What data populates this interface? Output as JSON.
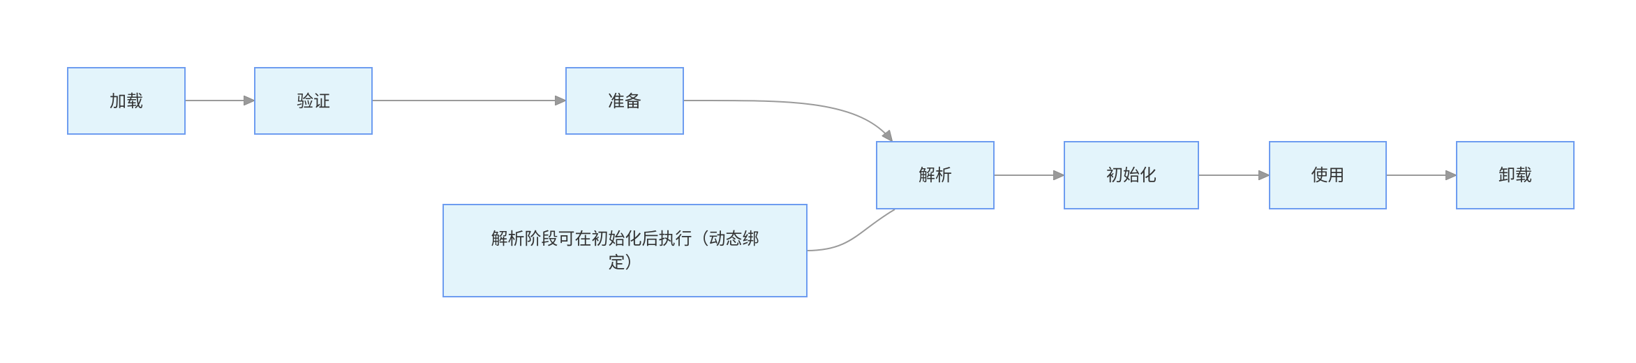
{
  "diagram": {
    "type": "flowchart",
    "colors": {
      "node_fill": "#e3f4fb",
      "node_border": "#6d9cf0",
      "edge": "#9a9a9a",
      "text": "#333333"
    },
    "nodes": {
      "load": "加载",
      "verify": "验证",
      "prepare": "准备",
      "resolve": "解析",
      "initialize": "初始化",
      "use": "使用",
      "unload": "卸载",
      "resolve_note": "解析阶段可在初始化后执行（动态绑定）"
    },
    "edges": [
      {
        "from": "load",
        "to": "verify"
      },
      {
        "from": "verify",
        "to": "prepare"
      },
      {
        "from": "prepare",
        "to": "resolve"
      },
      {
        "from": "resolve",
        "to": "initialize"
      },
      {
        "from": "initialize",
        "to": "use"
      },
      {
        "from": "use",
        "to": "unload"
      },
      {
        "from": "resolve_note",
        "to": "resolve",
        "arrow": false
      }
    ]
  }
}
